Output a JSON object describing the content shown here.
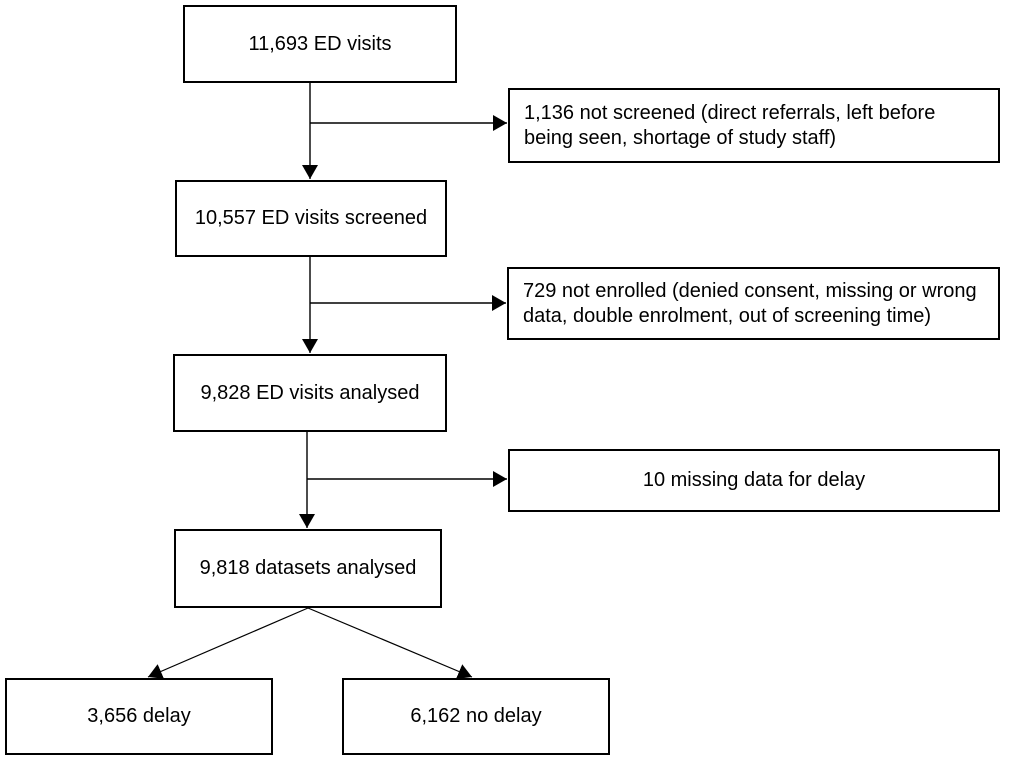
{
  "diagram": {
    "type": "flowchart",
    "background_color": "#ffffff",
    "line_color": "#000000",
    "box_border_color": "#000000",
    "text_color": "#000000",
    "nodes": {
      "ed_visits": "11,693 ED visits",
      "not_screened": "1,136 not screened (direct referrals, left before\nbeing seen, shortage of study staff)",
      "screened": "10,557 ED visits screened",
      "not_enrolled": "729 not enrolled (denied consent, missing or wrong\ndata, double enrolment, out of screening time)",
      "visits_analysed": "9,828 ED visits analysed",
      "missing_delay": "10 missing data for delay",
      "datasets_analysed": "9,818 datasets analysed",
      "delay": "3,656 delay",
      "no_delay": "6,162 no delay"
    }
  }
}
